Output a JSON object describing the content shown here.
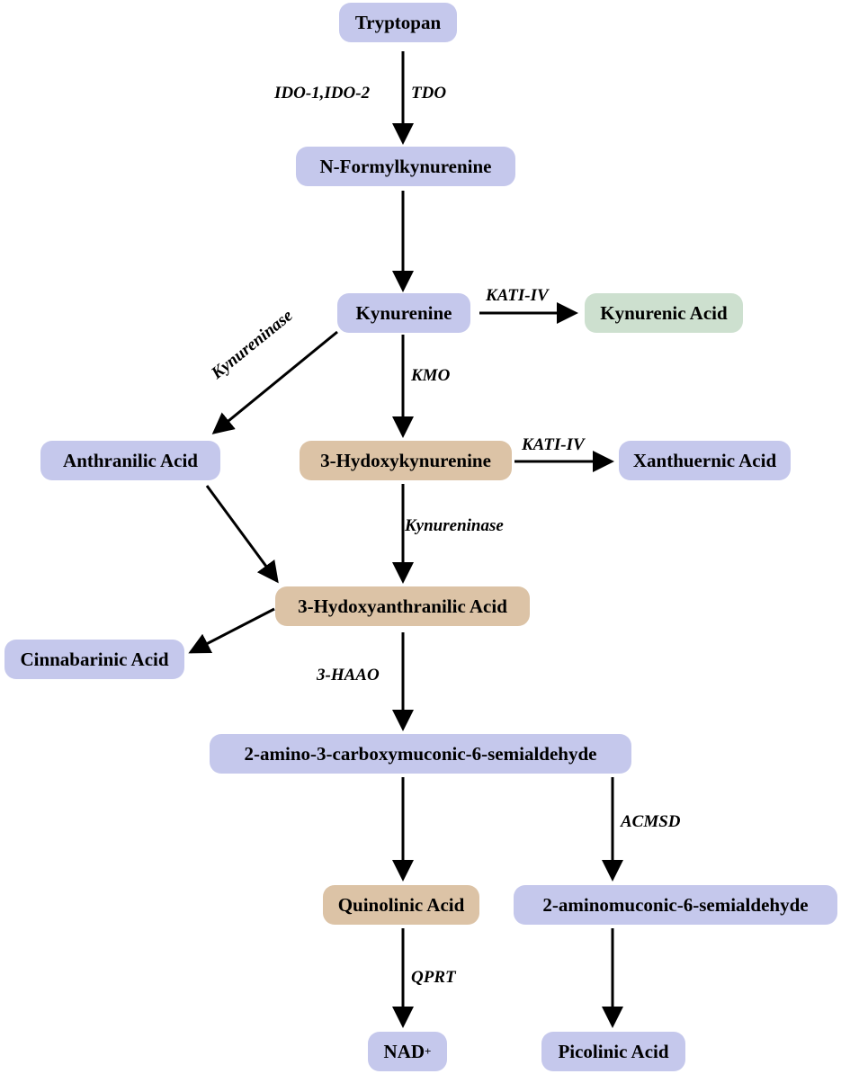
{
  "nodes": {
    "tryptophan": "Tryptopan",
    "n_formylkynurenine": "N-Formylkynurenine",
    "kynurenine": "Kynurenine",
    "kynurenic_acid": "Kynurenic Acid",
    "anthranilic_acid": "Anthranilic Acid",
    "hydroxykynurenine": "3-Hydoxykynurenine",
    "xanthurenic_acid": "Xanthuernic Acid",
    "hydroxyanthranilic_acid": "3-Hydoxyanthranilic Acid",
    "cinnabarinic_acid": "Cinnabarinic Acid",
    "acms": "2-amino-3-carboxymuconic-6-semialdehyde",
    "quinolinic_acid": "Quinolinic Acid",
    "ams": "2-aminomuconic-6-semialdehyde",
    "nad": "NAD",
    "nad_superscript": "+",
    "picolinic_acid": "Picolinic Acid"
  },
  "enzymes": {
    "ido": "IDO-1,IDO-2",
    "tdo": "TDO",
    "kat_kynurenic": "KATI-IV",
    "kmo": "KMO",
    "kynureninase_anthranilic": "Kynureninase",
    "kat_xanthurenic": "KATI-IV",
    "kynureninase_3hk": "Kynureninase",
    "haao": "3-HAAO",
    "acmsd": "ACMSD",
    "qprt": "QPRT"
  },
  "colors": {
    "purple_node": "#c5c8ec",
    "tan_node": "#dcc3a6",
    "green_node": "#cde0cf",
    "arrow": "#000000"
  }
}
